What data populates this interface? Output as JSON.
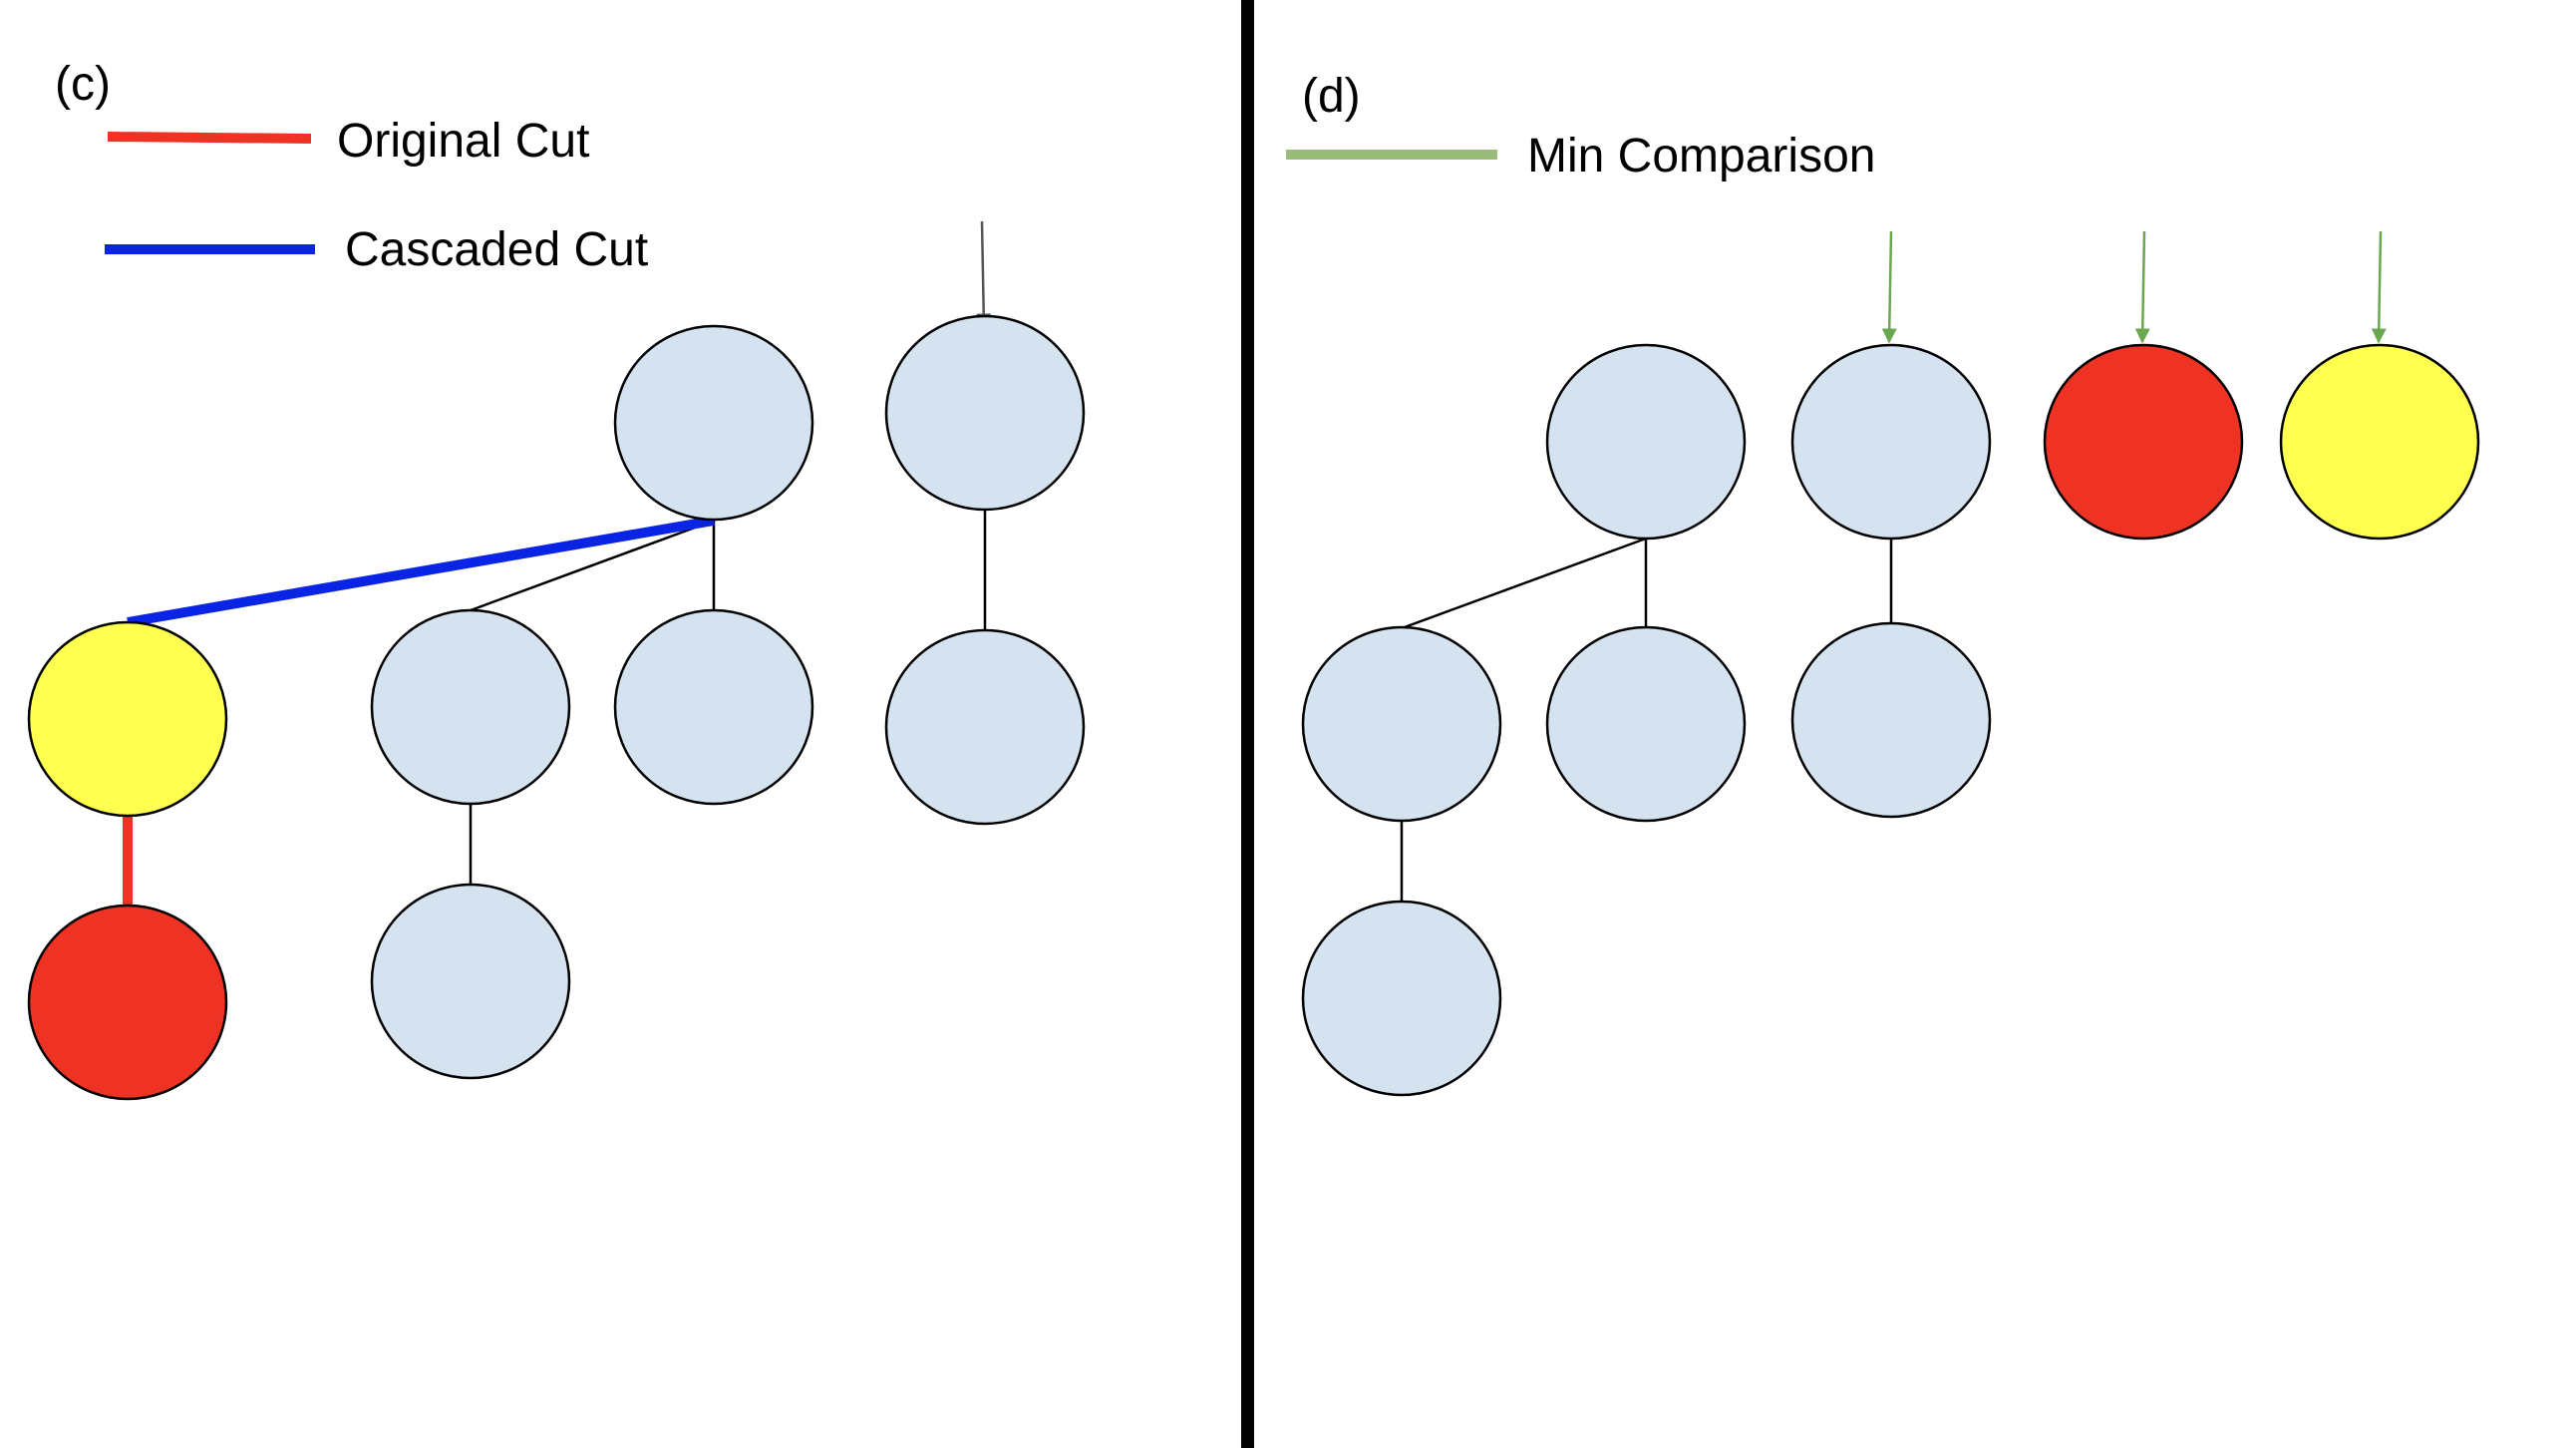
{
  "panels": {
    "c": {
      "panel_label": "(c)",
      "legend": [
        {
          "text": "Original Cut",
          "color": "#ee3224"
        },
        {
          "text": "Cascaded Cut",
          "color": "#0a24e6"
        }
      ],
      "arrow_color": "#555555"
    },
    "d": {
      "panel_label": "(d)",
      "legend": [
        {
          "text": "Min Comparison",
          "color": "#9bbb7b"
        }
      ],
      "arrow_color": "#6aa84f"
    }
  },
  "colors": {
    "node_default": "#d5e3f0",
    "node_red": "#ee3224",
    "node_yellow": "#ffff50",
    "divider": "#000000"
  }
}
